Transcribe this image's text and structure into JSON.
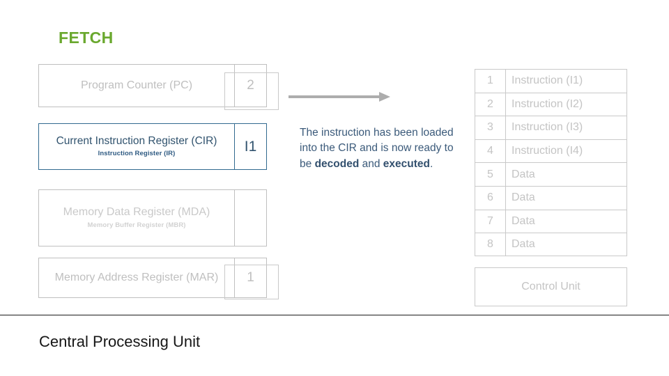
{
  "slide": {
    "stage_title": "FETCH",
    "footer_title": "Central Processing Unit",
    "accent_green": "#6AA82E",
    "accent_blue": "#31698F",
    "muted_grey": "#BFBFBF"
  },
  "registers": [
    {
      "id": "pc",
      "label": "Program Counter (PC)",
      "sub_label": "",
      "value": "2",
      "highlighted": false
    },
    {
      "id": "cir",
      "label": "Current Instruction Register (CIR)",
      "sub_label": "Instruction Register (IR)",
      "value": "I1",
      "highlighted": true
    },
    {
      "id": "mdr",
      "label": "Memory Data Register (MDA)",
      "sub_label": "Memory Buffer Register (MBR)",
      "value": "",
      "highlighted": false
    },
    {
      "id": "mar",
      "label": "Memory Address Register (MAR)",
      "sub_label": "",
      "value": "1",
      "highlighted": false
    }
  ],
  "caption": {
    "line1": "The instruction has been",
    "line2": "loaded into the CIR and is",
    "line3_plain": "now ready to be ",
    "line3_bold": "decoded",
    "line4_plain": "and ",
    "line4_bold": "executed",
    "line4_end": "."
  },
  "arrow": {
    "name": "right-arrow",
    "direction": "right",
    "color": "#ADADAD"
  },
  "memory": {
    "rows": [
      {
        "address": "1",
        "content": "Instruction (I1)"
      },
      {
        "address": "2",
        "content": "Instruction (I2)"
      },
      {
        "address": "3",
        "content": "Instruction (I3)"
      },
      {
        "address": "4",
        "content": "Instruction (I4)"
      },
      {
        "address": "5",
        "content": "Data"
      },
      {
        "address": "6",
        "content": "Data"
      },
      {
        "address": "7",
        "content": "Data"
      },
      {
        "address": "8",
        "content": "Data"
      }
    ]
  },
  "control_unit": {
    "label": "Control Unit"
  }
}
